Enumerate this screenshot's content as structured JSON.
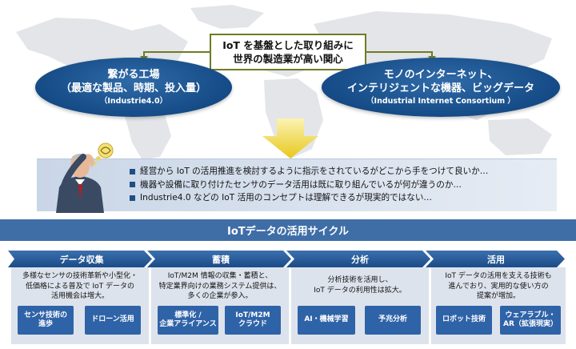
{
  "top_box": {
    "line1": "IoT を基盤とした取り組みに",
    "line2": "世界の製造業が高い関心"
  },
  "left_ellipse": {
    "line1": "繋がる工場",
    "line2": "（最適な製品、時期、投入量）",
    "line3": "（Industrie4.0）"
  },
  "right_ellipse": {
    "line1": "モノのインターネット、",
    "line2": "インテリジェントな機器、ビッグデータ",
    "line3": "（Industrial Internet Consortium ）"
  },
  "bullets": [
    "経営から IoT の活用推進を検討するように指示をされているがどこから手をつけて良いか…",
    "機器や設備に取り付けたセンサのデータ活用は既に取り組んでいるが何が違うのか…",
    "Industrie4.0 などの IoT 活用のコンセプトは理解できるが現実的ではない…"
  ],
  "cycle_title": "IoTデータの活用サイクル",
  "stages": [
    {
      "label": "データ収集",
      "desc": [
        "多様なセンサの技術革新や小型化・",
        "低価格による普及で IoT データの",
        "活用機会は増大。"
      ],
      "buttons": [
        {
          "l1": "センサ技術の",
          "l2": "進歩"
        },
        {
          "l1": "ドローン活用",
          "l2": ""
        }
      ]
    },
    {
      "label": "蓄積",
      "desc": [
        "IoT/M2M 情報の収集・蓄積と、",
        "特定業界向けの業務システム提供は、",
        "多くの企業が参入。"
      ],
      "buttons": [
        {
          "l1": "標準化 /",
          "l2": "企業アライアンス"
        },
        {
          "l1": "IoT/M2M",
          "l2": "クラウド"
        }
      ]
    },
    {
      "label": "分析",
      "desc": [
        "分析技術を活用し、",
        "IoT データの利用性は拡大。",
        ""
      ],
      "buttons": [
        {
          "l1": "AI・機械学習",
          "l2": ""
        },
        {
          "l1": "予兆分析",
          "l2": ""
        }
      ]
    },
    {
      "label": "活用",
      "desc": [
        "IoT データの活用を支える技術も",
        "進んでおり、実用的な使い方の",
        "提案が増加。"
      ],
      "buttons": [
        {
          "l1": "ロボット技術",
          "l2": ""
        },
        {
          "l1": "ウェアラブル・",
          "l2": "AR（拡張現実）"
        }
      ]
    }
  ],
  "colors": {
    "navy": "#154b86",
    "olive": "#6e7b24",
    "bar": "#3f6ea7",
    "button": "#2f63a8",
    "arrow": "#e8c81a"
  }
}
